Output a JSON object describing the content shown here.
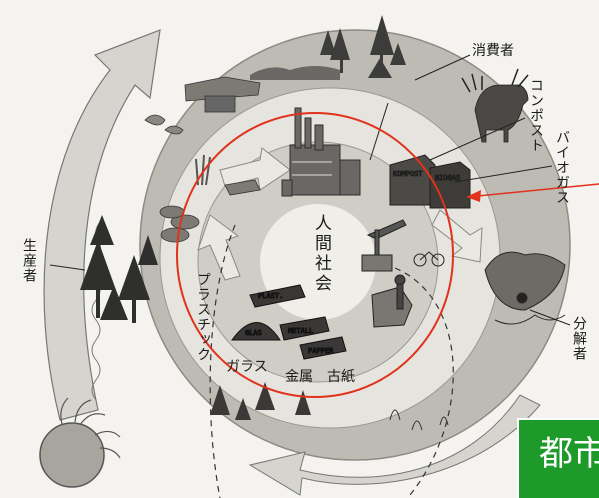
{
  "labels": {
    "consumers": "消費者",
    "compost": "コンポスト",
    "biogas": "バイオガス",
    "producers": "生産者",
    "decomposers": "分解者",
    "society": "人間社会",
    "plastic": "プラスチック",
    "glass": "ガラス",
    "metal": "金属",
    "paper": "古紙"
  },
  "crate_labels": {
    "plast": "PLAST.",
    "metall": "METALL",
    "papper": "PAPPER",
    "glas": "GLAS",
    "kompost": "KOMPOST",
    "biogas": "BIOGAS"
  },
  "banner": {
    "text": "都市"
  },
  "colors": {
    "highlight_circle": "#e0321c",
    "arrow_pointer": "#e0321c",
    "banner_bg": "#1e9a2a",
    "banner_text": "#ffffff"
  }
}
